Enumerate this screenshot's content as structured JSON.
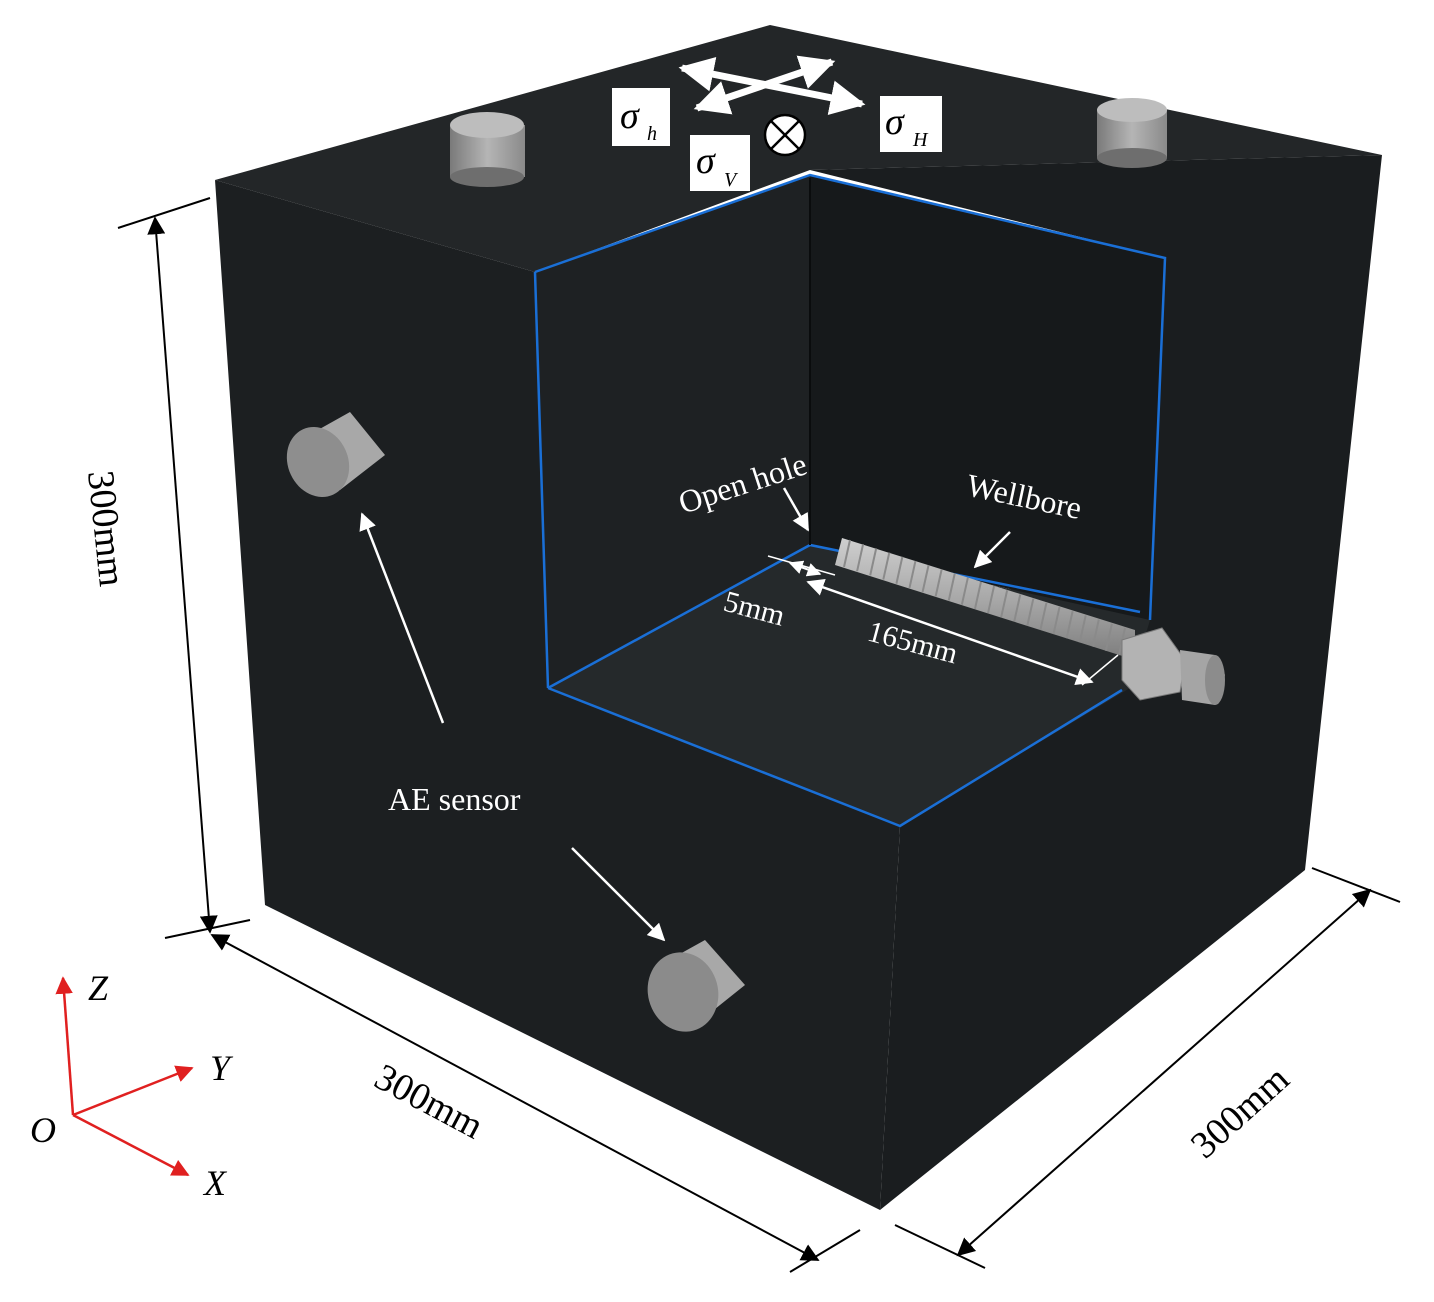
{
  "labels": {
    "open_hole": "Open hole",
    "wellbore": "Wellbore",
    "gap_length": "5mm",
    "wellbore_length": "165mm",
    "ae_sensor": "AE sensor",
    "height_dim": "300mm",
    "front_width_dim": "300mm",
    "depth_dim": "300mm"
  },
  "stress": {
    "symbol": "σ",
    "h_sub": "h",
    "H_sub": "H",
    "V_sub": "V"
  },
  "axes": {
    "z": "Z",
    "y": "Y",
    "x": "X",
    "origin": "O"
  },
  "colors": {
    "block": "#1c1f21",
    "block_top": "#232628",
    "cutout_edge": "#1a6fd6",
    "axis": "#e02020",
    "sensor": "#9e9e9e"
  }
}
